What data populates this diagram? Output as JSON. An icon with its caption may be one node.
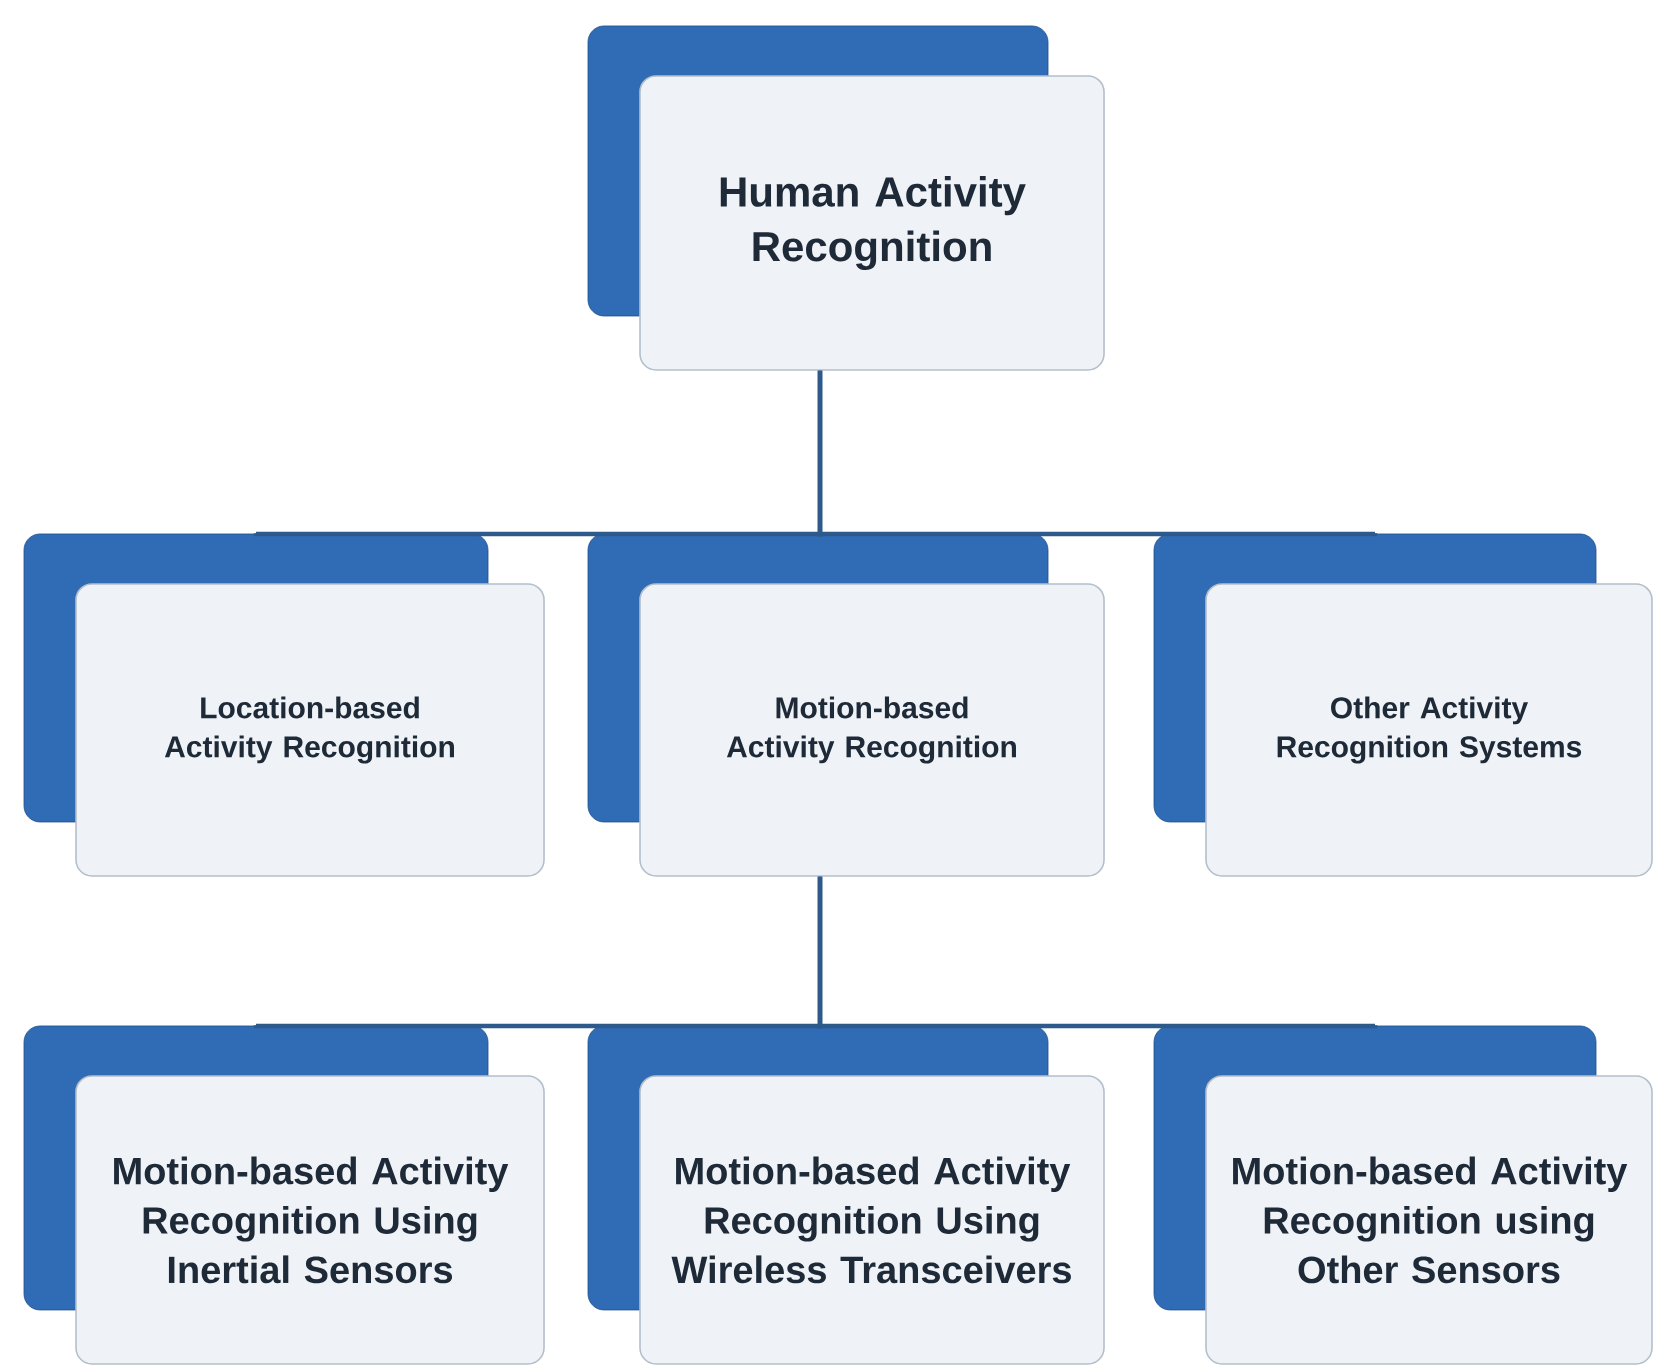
{
  "diagram": {
    "nodes": [
      {
        "text": [
          "Human Activity Recognition"
        ]
      },
      {
        "text": [
          "Location-based Activity Recognition"
        ]
      },
      {
        "text": [
          "Motion-based Activity Recognition"
        ]
      },
      {
        "text": [
          "Other Activity Recognition Systems"
        ]
      },
      {
        "text": [
          "Motion-based Activity Recognition Using Inertial Sensors"
        ]
      },
      {
        "text": [
          "Motion-based Activity Recognition Using Wireless Transceivers"
        ]
      },
      {
        "text": [
          "Motion-based Activity Recognition using Other Sensors"
        ]
      }
    ],
    "edges": [
      {
        "from": 0,
        "to": 1,
        "arrow": "none"
      },
      {
        "from": 0,
        "to": 2,
        "arrow": "none"
      },
      {
        "from": 0,
        "to": 3,
        "arrow": "none"
      },
      {
        "from": 2,
        "to": 4,
        "arrow": "none"
      },
      {
        "from": 2,
        "to": 5,
        "arrow": "none"
      },
      {
        "from": 2,
        "to": 6,
        "arrow": "none"
      }
    ]
  }
}
